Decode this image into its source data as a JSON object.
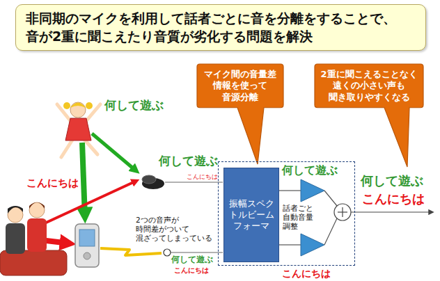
{
  "diagram": {
    "title": "非同期のマイクを利用して話者ごとに音を分離をすることで、 音が2重に聞こえたり音質が劣化する問題を解決",
    "nodes": [
      {
        "text": [
          "マイク間の音量差 情報を使って 音源分離"
        ]
      },
      {
        "text": [
          "2重に聞こえることなく 遠くの小さい声も 聞き取りやすくなる"
        ]
      },
      {
        "text": [
          "話者ごと 自動音量 調整"
        ]
      },
      {
        "text": [
          "振幅スペク トルビーム フォーマ"
        ],
        "in": 2
      }
    ],
    "labels": [
      "何して遊ぶ",
      "こんにちは",
      "何して遊ぶ",
      "こんにちは",
      "2つの音声が 時間差がついて 混ざってしまっている",
      "何して遊ぶ",
      "こんにちは",
      "何して遊ぶ",
      "こんにちは",
      "何して遊ぶ",
      "こんにちは"
    ]
  }
}
